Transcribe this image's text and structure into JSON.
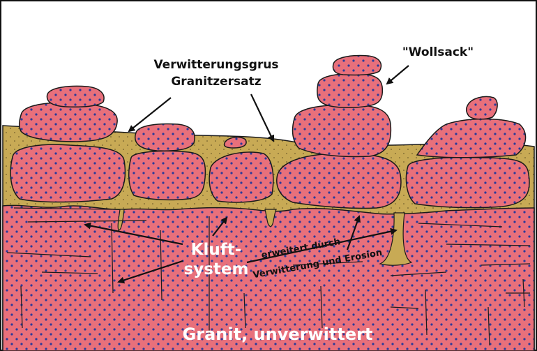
{
  "labels": {
    "grus_line1": "Verwitterungsgrus",
    "grus_line2": "Granitzersatz",
    "wollsack": "\"Wollsack\"",
    "kluft_line1": "Kluft-",
    "kluft_line2": "system",
    "erweitert_line1": "erweitert durch",
    "erweitert_line2": "Verwitterung und Erosion",
    "granit": "Granit, unverwittert"
  },
  "colors": {
    "granite": "#e8707b",
    "grus": "#c8aa55",
    "outline": "#1a1a1a",
    "dots": "#2a3a9a"
  }
}
